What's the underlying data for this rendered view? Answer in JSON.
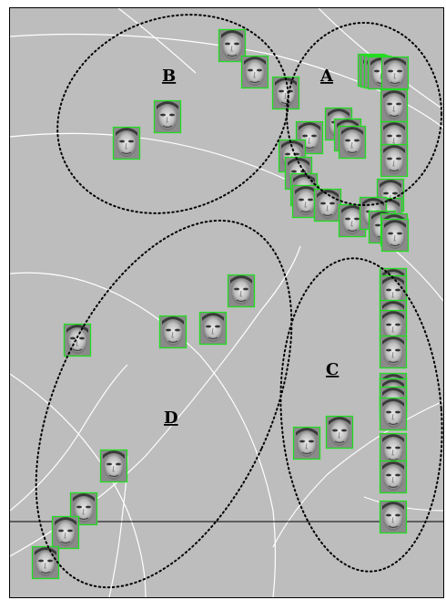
{
  "clusters": [
    {
      "id": "A",
      "label": "A"
    },
    {
      "id": "B",
      "label": "B"
    },
    {
      "id": "C",
      "label": "C"
    },
    {
      "id": "D",
      "label": "D"
    }
  ],
  "colors": {
    "background": "#bdbdbd",
    "thumb_border": "#22dd22",
    "ellipse": "#000000",
    "contour": "#ffffff",
    "axis_line": "#000000"
  },
  "face_count": 70
}
